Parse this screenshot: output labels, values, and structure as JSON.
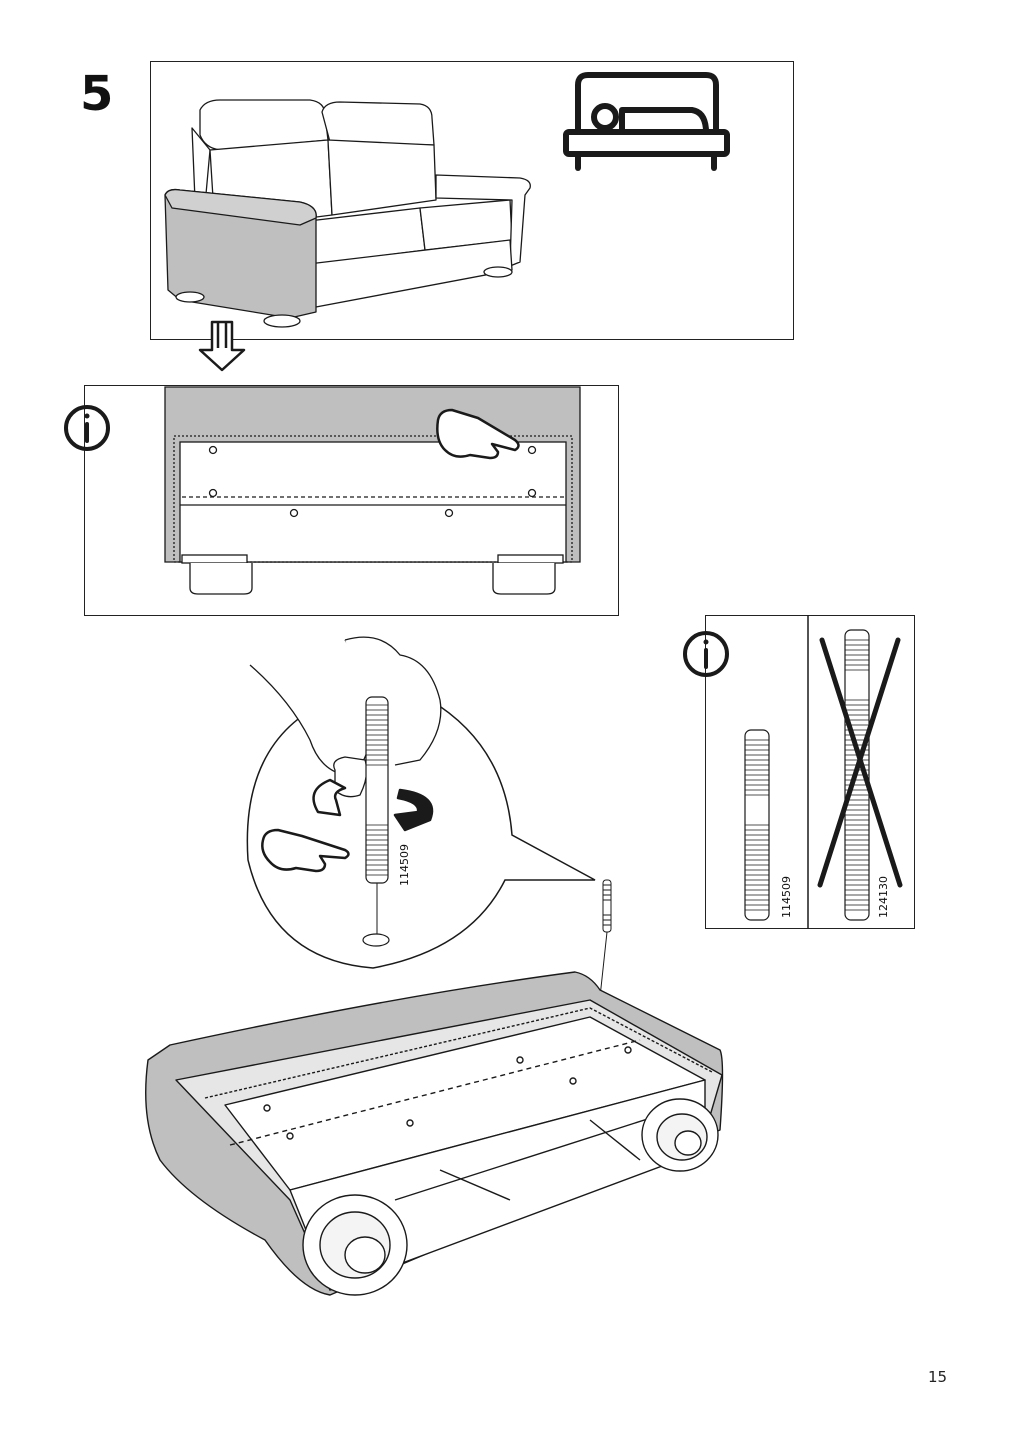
{
  "step": {
    "number": "5"
  },
  "page": {
    "number": "15"
  },
  "part_numbers": {
    "main_bolt": "114509",
    "info_correct": "114509",
    "info_wrong": "124130"
  },
  "icons": {
    "info": "info-circle-icon",
    "bed": "bed-icon",
    "arrow": "down-arrow-icon",
    "hand": "pointing-hand-icon",
    "rotate": "rotate-arrows-icon"
  },
  "colors": {
    "line": "#1a1a1a",
    "fabric": "#bfbfbf",
    "background": "#ffffff"
  }
}
